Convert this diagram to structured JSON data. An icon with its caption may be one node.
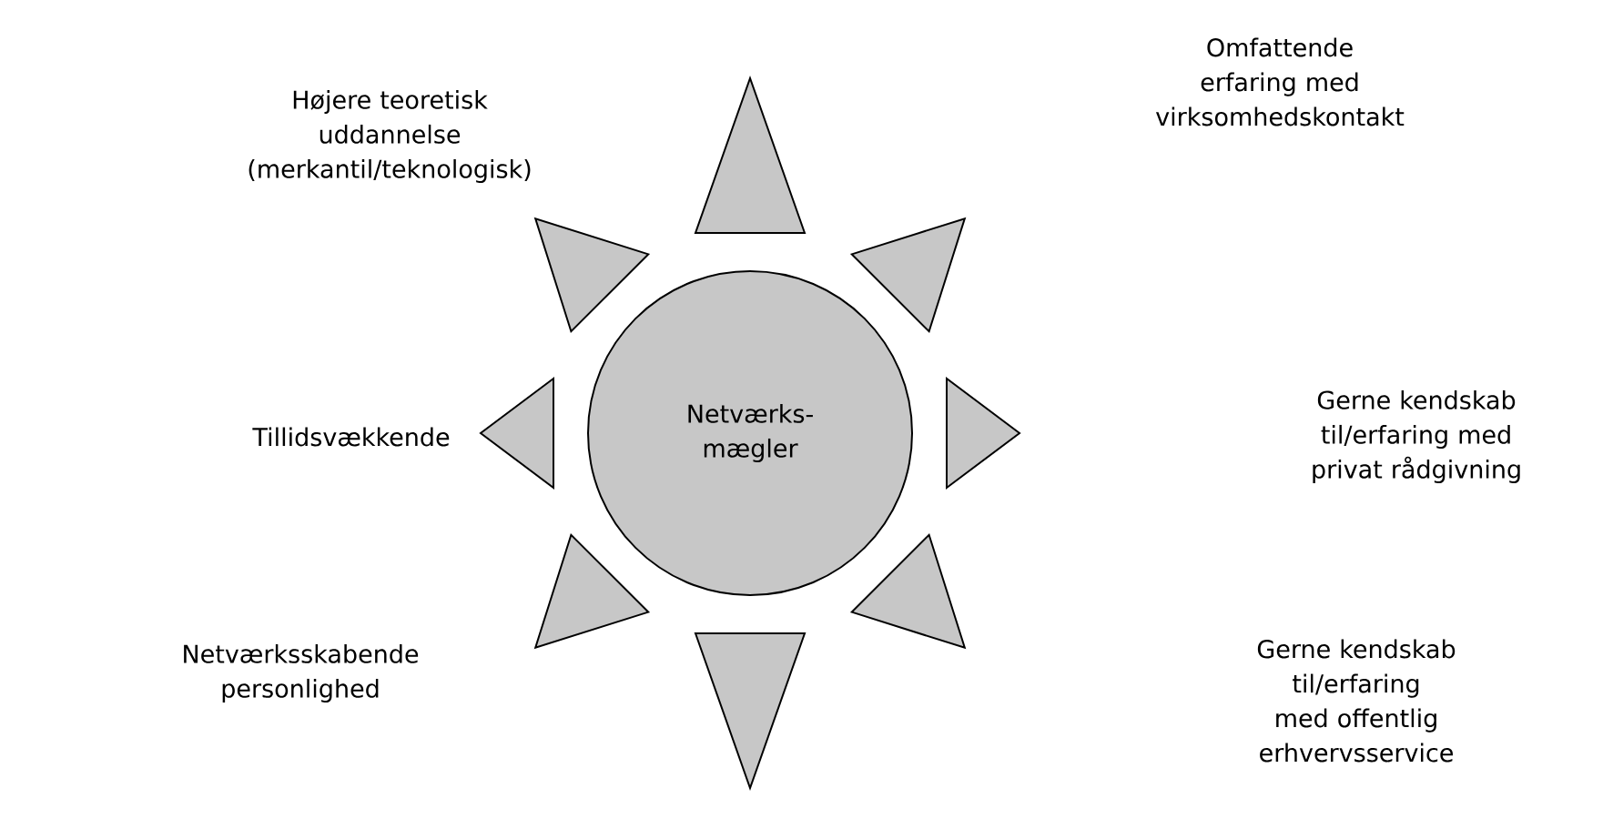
{
  "diagram": {
    "nodes": [
      {
        "text": [
          "Netværks- mægler"
        ]
      }
    ],
    "labels": [
      "Højere teoretisk uddannelse (merkantil/teknologisk)",
      "Omfattende erfaring med virksomhedskontakt",
      "Tillidsvækkende",
      "Gerne kendskab til/erfaring med privat rådgivning",
      "Netværksskabende personlighed",
      "Gerne kendskab til/erfaring med offentlig erhvervsservice"
    ]
  }
}
